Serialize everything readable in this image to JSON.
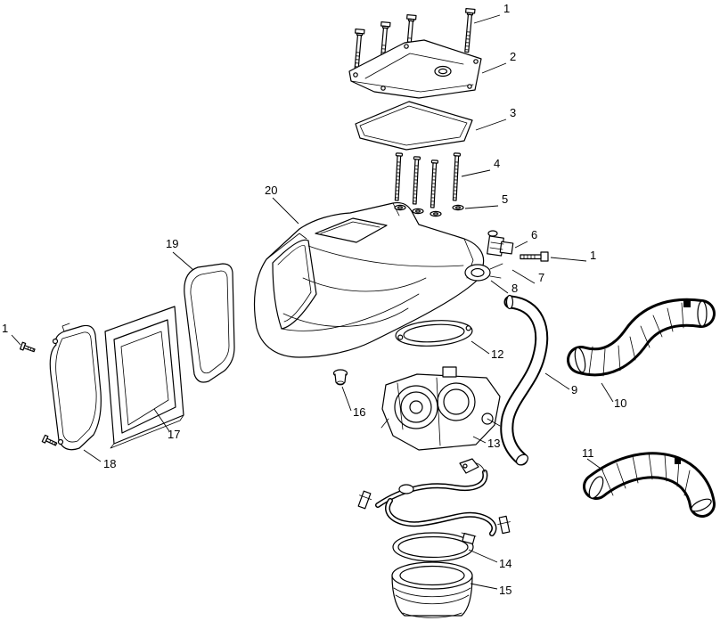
{
  "figure": {
    "colors": {
      "background": "#ffffff",
      "line": "#000000"
    }
  },
  "callouts": [
    {
      "label": "1"
    },
    {
      "label": "2"
    },
    {
      "label": "3"
    },
    {
      "label": "4"
    },
    {
      "label": "5"
    },
    {
      "label": "6"
    },
    {
      "label": "1"
    },
    {
      "label": "7"
    },
    {
      "label": "8"
    },
    {
      "label": "20"
    },
    {
      "label": "19"
    },
    {
      "label": "1"
    },
    {
      "label": "12"
    },
    {
      "label": "9"
    },
    {
      "label": "10"
    },
    {
      "label": "16"
    },
    {
      "label": "17"
    },
    {
      "label": "13"
    },
    {
      "label": "11"
    },
    {
      "label": "18"
    },
    {
      "label": "14"
    },
    {
      "label": "15"
    }
  ]
}
